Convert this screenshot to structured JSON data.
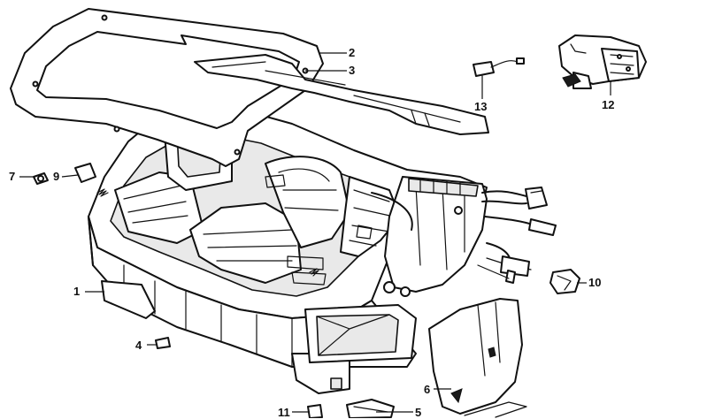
{
  "diagram": {
    "callouts": [
      {
        "id": "c1",
        "text": "1"
      },
      {
        "id": "c2",
        "text": "2"
      },
      {
        "id": "c3",
        "text": "3"
      },
      {
        "id": "c4",
        "text": "4"
      },
      {
        "id": "c5",
        "text": "5"
      },
      {
        "id": "c6",
        "text": "6"
      },
      {
        "id": "c7",
        "text": "7"
      },
      {
        "id": "c9",
        "text": "9"
      },
      {
        "id": "c10",
        "text": "10"
      },
      {
        "id": "c11",
        "text": "11"
      },
      {
        "id": "c12",
        "text": "12"
      },
      {
        "id": "c13",
        "text": "13"
      }
    ]
  }
}
